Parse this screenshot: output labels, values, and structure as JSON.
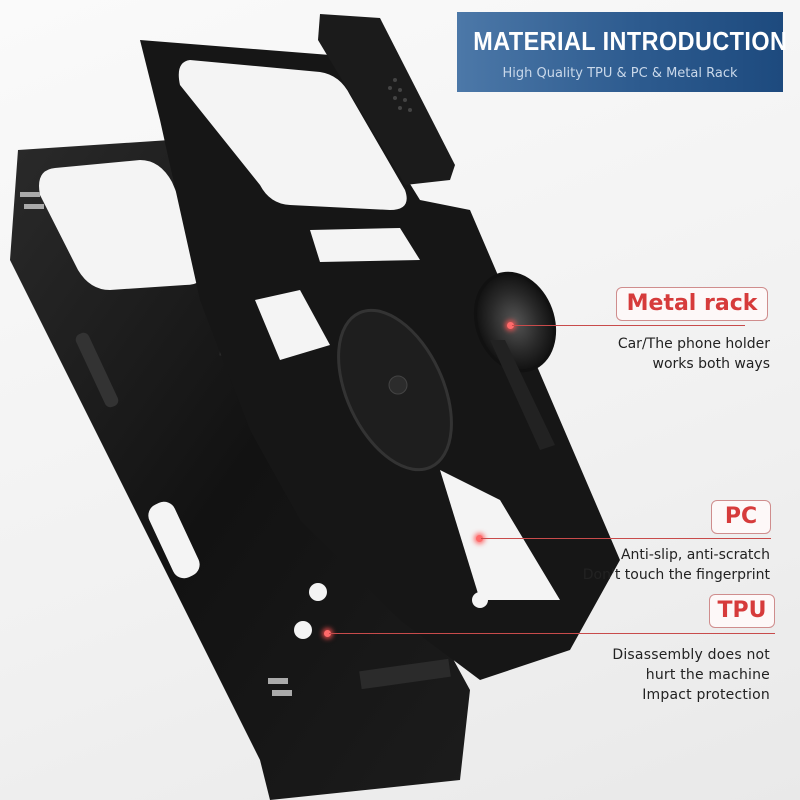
{
  "banner": {
    "title": "MATERIAL  INTRODUCTION",
    "subtitle": "High Quality TPU & PC & Metal Rack",
    "gradient": [
      "#4c78a8",
      "#1d4a7e"
    ]
  },
  "callouts": [
    {
      "label": "Metal rack",
      "lines": [
        "Car/The phone holder",
        "works both ways"
      ]
    },
    {
      "label": "PC",
      "lines": [
        "Anti-slip, anti-scratch",
        "Don't touch the fingerprint"
      ]
    },
    {
      "label": "TPU",
      "lines": [
        "Disassembly does not",
        "hurt the machine",
        "Impact protection"
      ]
    }
  ],
  "colors": {
    "accent_red": "#d63b3b",
    "leader_line": "#c84b4b",
    "case_black": "#141414"
  },
  "product": {
    "subject": "black rugged phone case exploded view with camera slide cover and ring holder"
  }
}
